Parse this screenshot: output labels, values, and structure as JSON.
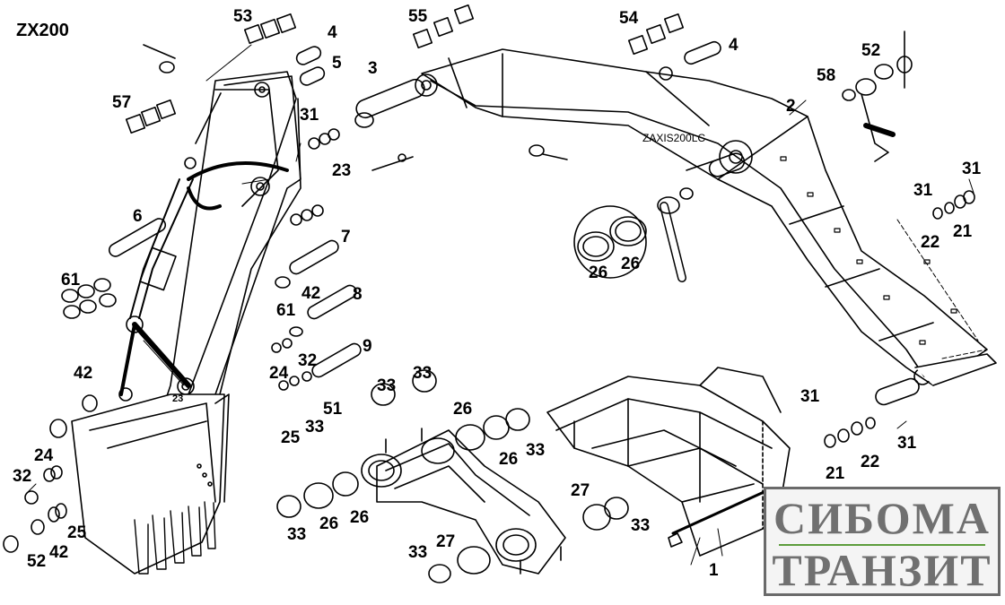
{
  "title": "ZX200",
  "model_label": "ZAXIS200LC",
  "brand": {
    "line1": "СИБОМА",
    "line2": "ТРАНЗИТ",
    "text_color": "#707070",
    "accent": "#5d9c3c"
  },
  "callouts": [
    "1",
    "2",
    "3",
    "4",
    "4",
    "5",
    "6",
    "7",
    "8",
    "9",
    "21",
    "21",
    "22",
    "22",
    "23",
    "23",
    "24",
    "24",
    "25",
    "25",
    "26",
    "26",
    "26",
    "26",
    "26",
    "26",
    "27",
    "27",
    "31",
    "31",
    "31",
    "31",
    "31",
    "32",
    "32",
    "33",
    "33",
    "33",
    "33",
    "33",
    "33",
    "33",
    "42",
    "42",
    "42",
    "51",
    "52",
    "52",
    "53",
    "54",
    "55",
    "57",
    "58",
    "61",
    "61"
  ]
}
